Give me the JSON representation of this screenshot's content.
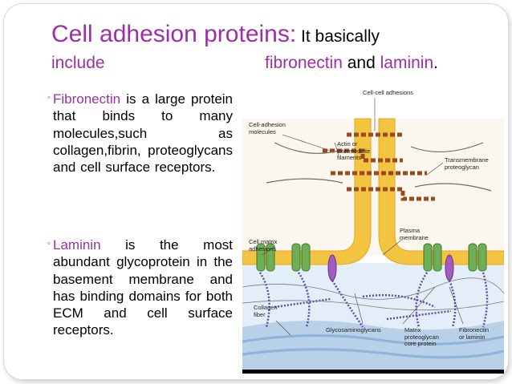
{
  "slide": {
    "title_main": "Cell adhesion proteins:",
    "title_tail": " It basically",
    "subtitle_left": "include",
    "subtitle_fibronectin": "fibronectin",
    "subtitle_and": " and ",
    "subtitle_laminin": "laminin",
    "subtitle_end": ".",
    "para1_head": "Fibronectin",
    "para1_body": " is a large protein that binds to many molecules,such as collagen,fibrin, proteoglycans and cell surface receptors.",
    "para2_head": "Laminin",
    "para2_body": " is the most abundant glycoprotein in the basement membrane and has binding domains for both ECM and cell surface receptors."
  },
  "figure": {
    "labels": {
      "cell_cell": "Cell-cell adhesions",
      "cell_adhesion_molecules": "Cell-adhesion\nmolecules",
      "actin": "Actin or\nintermediate\nfilaments",
      "transmembrane": "Transmembrane\nproteoglycan",
      "plasma": "Plasma\nmembrane",
      "cell_matrix": "Cell matrix\nadhesions",
      "collagen": "Collagen\nfiber",
      "gag": "Glycosaminoglycans",
      "matrix_pg": "Matrix\nproteoglycan\ncore protein",
      "fibronectin": "Fibronectin\nor laminin"
    }
  },
  "colors": {
    "accent": "#9b2fa8",
    "membrane": "#f3c442",
    "receptor_green": "#6fae54",
    "chain_brown": "#9a4a1e",
    "ecm_blue": "#b9d1e8",
    "purple": "#5b4aa8"
  }
}
